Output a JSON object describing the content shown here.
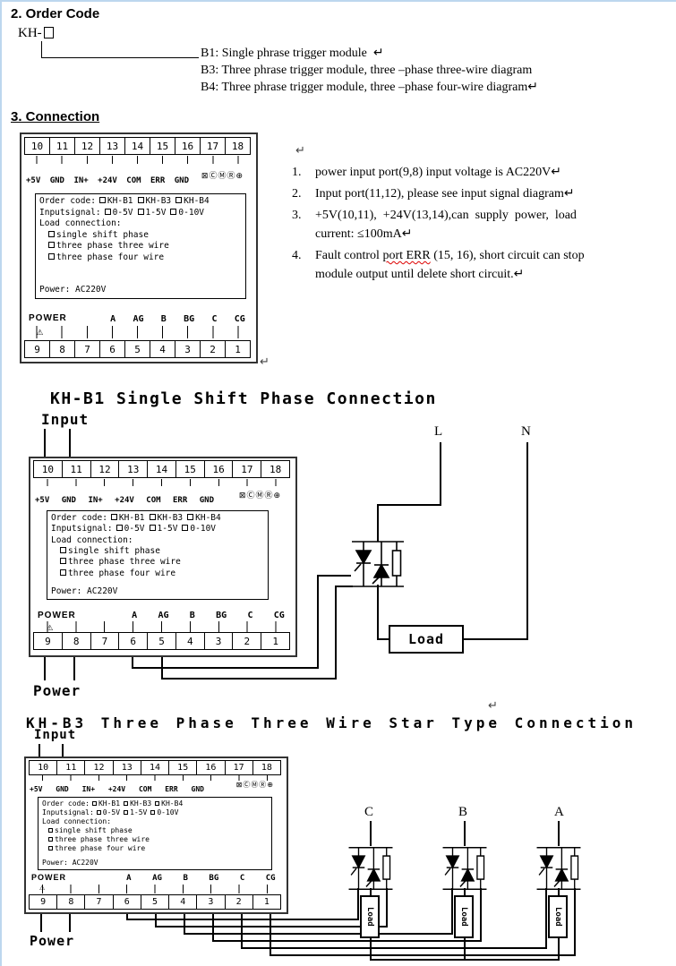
{
  "page": {
    "section2_heading": "2. Order Code",
    "section3_heading": "3. Connection",
    "order_code_prefix": "KH-",
    "order_options": [
      "B1: Single phrase trigger module  ↵",
      "B3: Three phrase trigger module, three –phase three-wire diagram",
      "B4: Three phrase trigger module, three –phase four-wire diagram↵"
    ],
    "stray_marks": {
      "a": "↵",
      "b": "↵",
      "c": "↵"
    }
  },
  "panel": {
    "top_terminals": [
      "10",
      "11",
      "12",
      "13",
      "14",
      "15",
      "16",
      "17",
      "18"
    ],
    "io_labels": [
      "+5V",
      "GND",
      "IN+",
      "+24V",
      "COM",
      "ERR",
      "GND"
    ],
    "cert_marks": "⊠ⒸⓂⓇ⊕",
    "config": {
      "order_code_label": "Order code:",
      "order_code_options": [
        "KH-B1",
        "KH-B3",
        "KH-B4"
      ],
      "input_signal_label": "Inputsignal:",
      "input_signal_options": [
        "0-5V",
        "1-5V",
        "0-10V"
      ],
      "load_connection_label": "Load connection:",
      "load_connection_options": [
        "single shift phase",
        "three phase three wire",
        "three phase four wire"
      ],
      "power_line": "Power: AC220V"
    },
    "power_label": "POWER",
    "warning_icon": "⚠",
    "output_labels": [
      "A",
      "AG",
      "B",
      "BG",
      "C",
      "CG"
    ],
    "bottom_terminals": [
      "9",
      "8",
      "7",
      "6",
      "5",
      "4",
      "3",
      "2",
      "1"
    ]
  },
  "notes": [
    {
      "num": "1.",
      "text": "power input port(9,8) input voltage is AC220V↵"
    },
    {
      "num": "2.",
      "text": "Input port(11,12), please see input signal diagram↵"
    },
    {
      "num": "3.",
      "text": "+5V(10,11),  +24V(13,14),can  supply  power,  load current: ≤100mA↵"
    },
    {
      "num": "4.",
      "pre": "Fault control ",
      "flagged": "port ERR",
      "post": " (15, 16), short circuit can stop module output until delete short circuit.↵"
    }
  ],
  "b1": {
    "title": "KH-B1 Single  Shift Phase Connection",
    "input_label": "Input",
    "power_label": "Power",
    "line_l": "L",
    "line_n": "N",
    "load_label": "Load"
  },
  "b3": {
    "title": "KH-B3 Three Phase Three Wire Star Type Connection",
    "input_label": "Input",
    "power_label": "Power",
    "phases": {
      "c": "C",
      "b": "B",
      "a": "A"
    },
    "load_label": "Load"
  }
}
